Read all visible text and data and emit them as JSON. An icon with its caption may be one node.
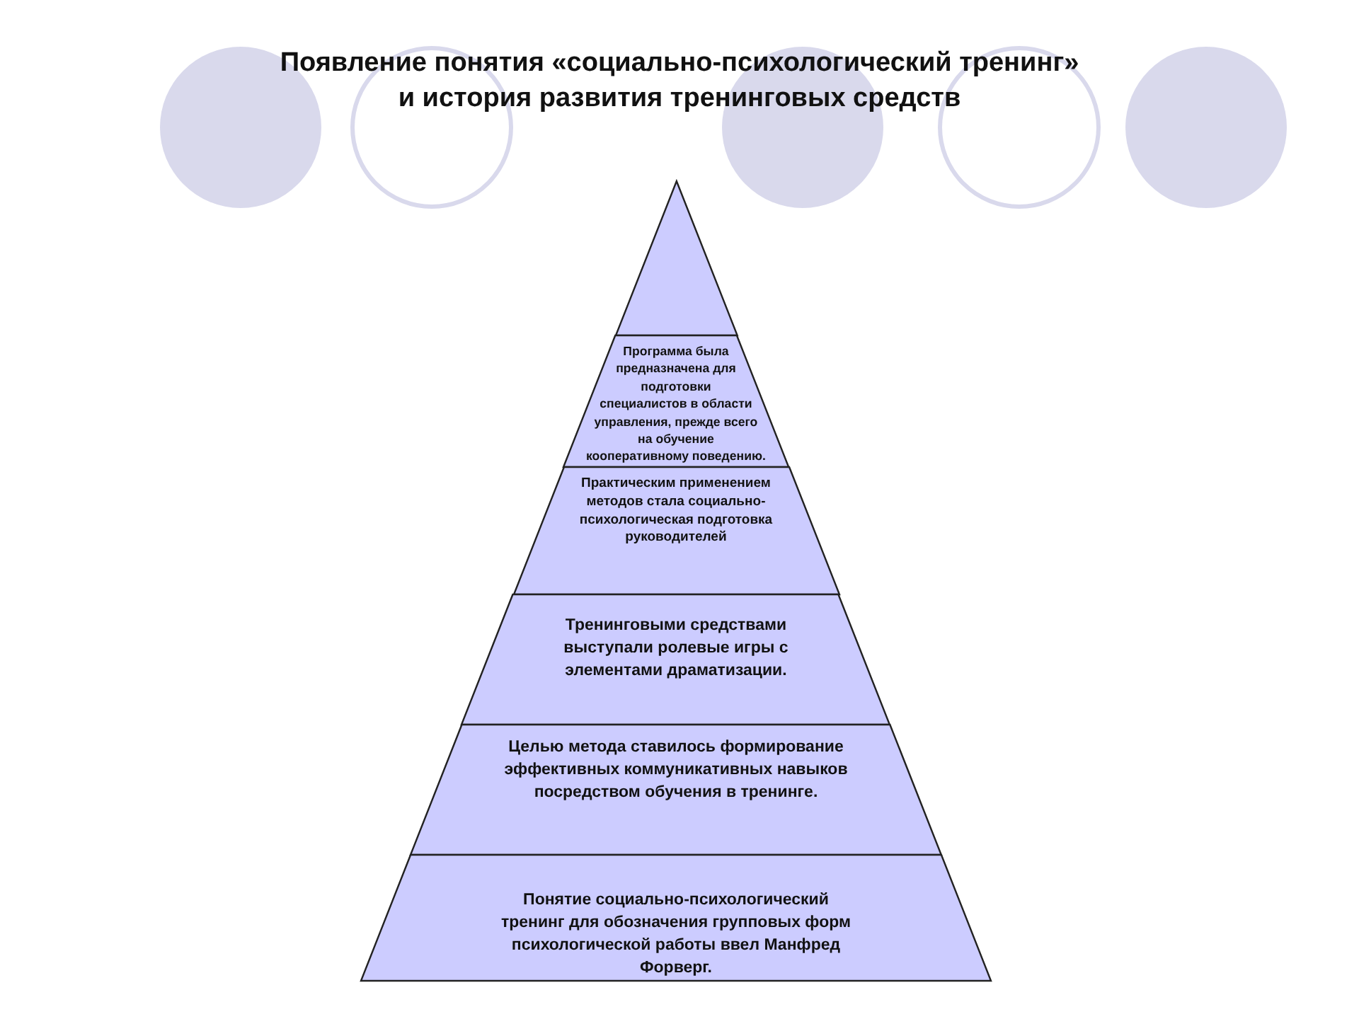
{
  "diagram": {
    "title": "Появление понятия «социально-психологический тренинг» и история развития тренинговых средств",
    "nodes": [
      {
        "text": [],
        "shape": "triangle"
      },
      {
        "text": [
          "Программа была предназначена для подготовки специалистов в области управления, прежде всего на обучение кооперативному поведению."
        ]
      },
      {
        "text": [
          "Практическим применением методов стала социально-психологическая подготовка руководителей"
        ]
      },
      {
        "text": [
          "Тренинговыми средствами выступали ролевые игры с элементами драматизации."
        ]
      },
      {
        "text": [
          "Целью метода ставилось формирование эффективных коммуникативных навыков посредством обучения в тренинге."
        ]
      },
      {
        "text": [
          "Понятие социально-психологический тренинг для обозначения групповых форм психологической работы ввел Манфред Форверг."
        ]
      }
    ],
    "edges": []
  }
}
